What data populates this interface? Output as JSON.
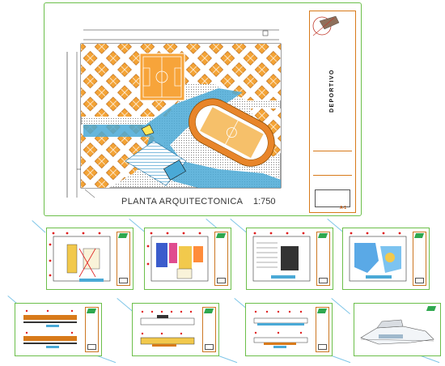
{
  "main_sheet": {
    "caption": "PLANTA ARQUITECTONICA",
    "scale": "1:750",
    "project_title": "DEPORTIVO",
    "sheet_number": "A-1"
  },
  "colors": {
    "frame": "#6cbf4a",
    "titleblock": "#d87a1a",
    "water": "#4aa9d6",
    "track": "#e8852a",
    "tiles": "#f09a2c",
    "red_marks": "#e02020"
  },
  "thumbnail_sheets": [
    {
      "kind": "floor-plan-1"
    },
    {
      "kind": "floor-plan-2"
    },
    {
      "kind": "floor-plan-3"
    },
    {
      "kind": "floor-plan-4"
    },
    {
      "kind": "sections-1"
    },
    {
      "kind": "sections-2"
    },
    {
      "kind": "elevations"
    },
    {
      "kind": "3d-view"
    }
  ]
}
